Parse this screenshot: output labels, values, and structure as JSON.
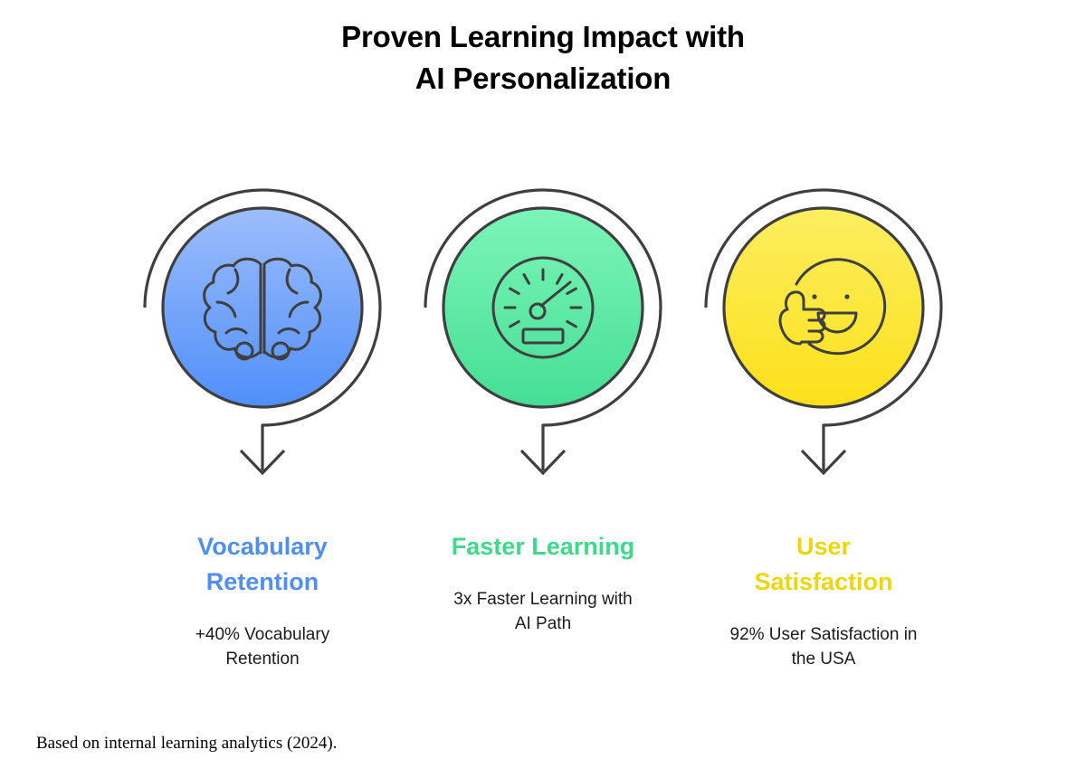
{
  "title": {
    "line1": "Proven Learning Impact with",
    "line2": "AI Personalization"
  },
  "stroke_color": "#3f3f3f",
  "items": [
    {
      "icon": "brain-icon",
      "headline": "Vocabulary Retention",
      "description": "+40% Vocabulary Retention",
      "accent_color": "#4f8fef",
      "gradient_top": "#9dbdfb",
      "gradient_bottom": "#4f8ffa",
      "metric_value": "+40%",
      "metric_unit": "Vocabulary Retention"
    },
    {
      "icon": "speedometer-icon",
      "headline": "Faster Learning",
      "description": "3x Faster Learning with AI Path",
      "accent_color": "#3fd98c",
      "gradient_top": "#7df5b8",
      "gradient_bottom": "#45de95",
      "metric_value": "3x",
      "metric_unit": "Faster Learning with AI Path"
    },
    {
      "icon": "thumbs-up-smiley-icon",
      "headline": "User Satisfaction",
      "description": "92% User Satisfaction in the USA",
      "accent_color": "#ecd70c",
      "gradient_top": "#fcee60",
      "gradient_bottom": "#fce01a",
      "metric_value": "92%",
      "metric_unit": "User Satisfaction in the USA"
    }
  ],
  "footnote": "Based on internal learning analytics (2024)."
}
